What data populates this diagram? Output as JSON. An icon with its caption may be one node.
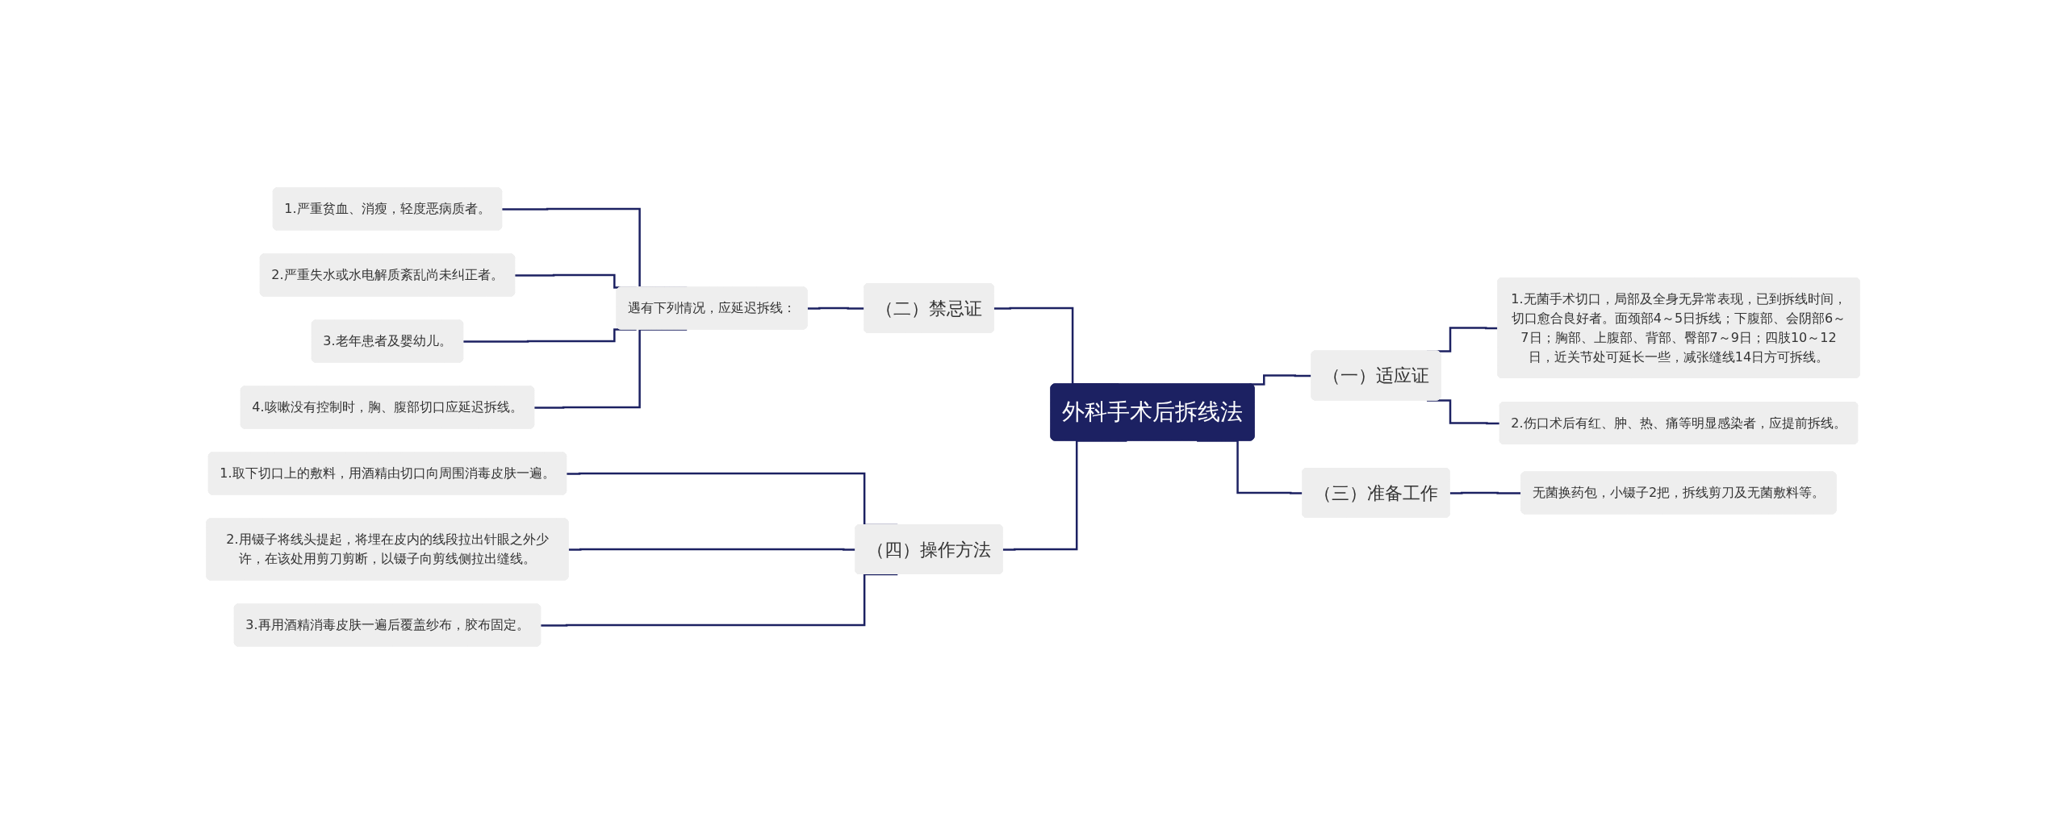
{
  "diagram": {
    "nodes": [
      {
        "text": [
          "外科手术后拆线法"
        ]
      },
      {
        "text": [
          "（一）适应证"
        ]
      },
      {
        "text": [
          "1.无菌手术切口，局部及全身无异常表现，已到拆线时间，切口愈合良好者。面颈部4～5日拆线；下腹部、会阴部6～7日；胸部、上腹部、背部、臀部7～9日；四肢10～12日，近关节处可延长一些，减张缝线14日方可拆线。"
        ]
      },
      {
        "text": [
          "2.伤口术后有红、肿、热、痛等明显感染者，应提前拆线。"
        ]
      },
      {
        "text": [
          "（三）准备工作"
        ]
      },
      {
        "text": [
          "无菌换药包，小镊子2把，拆线剪刀及无菌敷料等。"
        ]
      },
      {
        "text": [
          "（二）禁忌证"
        ]
      },
      {
        "text": [
          "遇有下列情况，应延迟拆线："
        ]
      },
      {
        "text": [
          "1.严重贫血、消瘦，轻度恶病质者。"
        ]
      },
      {
        "text": [
          "2.严重失水或水电解质紊乱尚未纠正者。"
        ]
      },
      {
        "text": [
          "3.老年患者及婴幼儿。"
        ]
      },
      {
        "text": [
          "4.咳嗽没有控制时，胸、腹部切口应延迟拆线。"
        ]
      },
      {
        "text": [
          "（四）操作方法"
        ]
      },
      {
        "text": [
          "1.取下切口上的敷料，用酒精由切口向周围消毒皮肤一遍。"
        ]
      },
      {
        "text": [
          "2.用镊子将线头提起，将埋在皮内的线段拉出针眼之外少许，在该处用剪刀剪断，以镊子向剪线侧拉出缝线。"
        ]
      },
      {
        "text": [
          "3.再用酒精消毒皮肤一遍后覆盖纱布，胶布固定。"
        ]
      }
    ],
    "edges": [
      {
        "from": 0,
        "to": 1,
        "arrow": "none"
      },
      {
        "from": 1,
        "to": 2,
        "arrow": "none"
      },
      {
        "from": 1,
        "to": 3,
        "arrow": "none"
      },
      {
        "from": 0,
        "to": 4,
        "arrow": "none"
      },
      {
        "from": 4,
        "to": 5,
        "arrow": "none"
      },
      {
        "from": 0,
        "to": 6,
        "arrow": "none"
      },
      {
        "from": 6,
        "to": 7,
        "arrow": "none"
      },
      {
        "from": 7,
        "to": 8,
        "arrow": "none"
      },
      {
        "from": 7,
        "to": 9,
        "arrow": "none"
      },
      {
        "from": 7,
        "to": 10,
        "arrow": "none"
      },
      {
        "from": 7,
        "to": 11,
        "arrow": "none"
      },
      {
        "from": 0,
        "to": 12,
        "arrow": "none"
      },
      {
        "from": 12,
        "to": 13,
        "arrow": "none"
      },
      {
        "from": 12,
        "to": 14,
        "arrow": "none"
      },
      {
        "from": 12,
        "to": 15,
        "arrow": "none"
      }
    ]
  }
}
